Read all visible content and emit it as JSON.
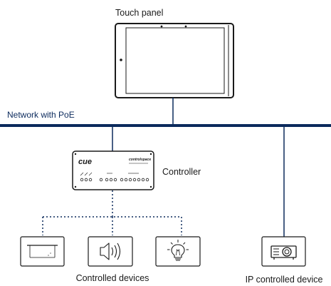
{
  "labels": {
    "touch_panel": "Touch panel",
    "network": "Network with PoE",
    "controller": "Controller",
    "controlled_devices": "Controlled devices",
    "ip_controlled_device": "IP controlled device"
  },
  "controller_faceplate": {
    "logo": "cue",
    "brand": "controlspace"
  },
  "colors": {
    "network_line": "#0b2a5c",
    "network_label": "#0b2a5c",
    "outline": "#1a1a1a",
    "dotted_link": "#0b2a5c"
  },
  "icons": {
    "touch_panel": "tablet-icon",
    "controller": "controller-unit-icon",
    "device_1": "projection-screen-icon",
    "device_2": "speaker-icon",
    "device_3": "light-bulb-icon",
    "ip_device": "projector-icon"
  }
}
